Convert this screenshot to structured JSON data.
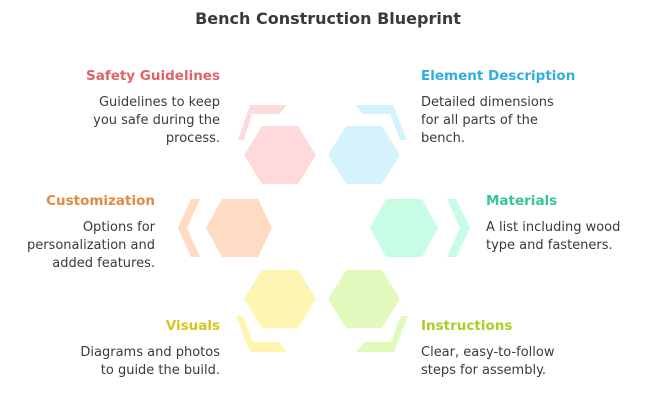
{
  "title": "Bench Construction Blueprint",
  "segments": [
    {
      "heading": "Safety Guidelines",
      "description": "Guidelines to keep\nyou safe during the\nprocess.",
      "color": "#e06467",
      "hex_color": "#ffdadb",
      "arc_color": "#ffdadb"
    },
    {
      "heading": "Element Description",
      "description": "Detailed dimensions\nfor all parts of the\nbench.",
      "color": "#30aee0",
      "hex_color": "#d4f3fd",
      "arc_color": "#d4f3fd"
    },
    {
      "heading": "Customization",
      "description": "Options for\npersonalization and\nadded features.",
      "color": "#e48a3e",
      "hex_color": "#fedbc2",
      "arc_color": "#fedbc2"
    },
    {
      "heading": "Materials",
      "description": "A list including wood\ntype and fasteners.",
      "color": "#35c792",
      "hex_color": "#c7fde5",
      "arc_color": "#c7fde5"
    },
    {
      "heading": "Visuals",
      "description": "Diagrams and photos\nto guide the build.",
      "color": "#d7c41f",
      "hex_color": "#fdf5b0",
      "arc_color": "#fdf5b0"
    },
    {
      "heading": "Instructions",
      "description": "Clear, easy-to-follow\nsteps for assembly.",
      "color": "#a8cf25",
      "hex_color": "#e2f9be",
      "arc_color": "#e2f9be"
    }
  ]
}
